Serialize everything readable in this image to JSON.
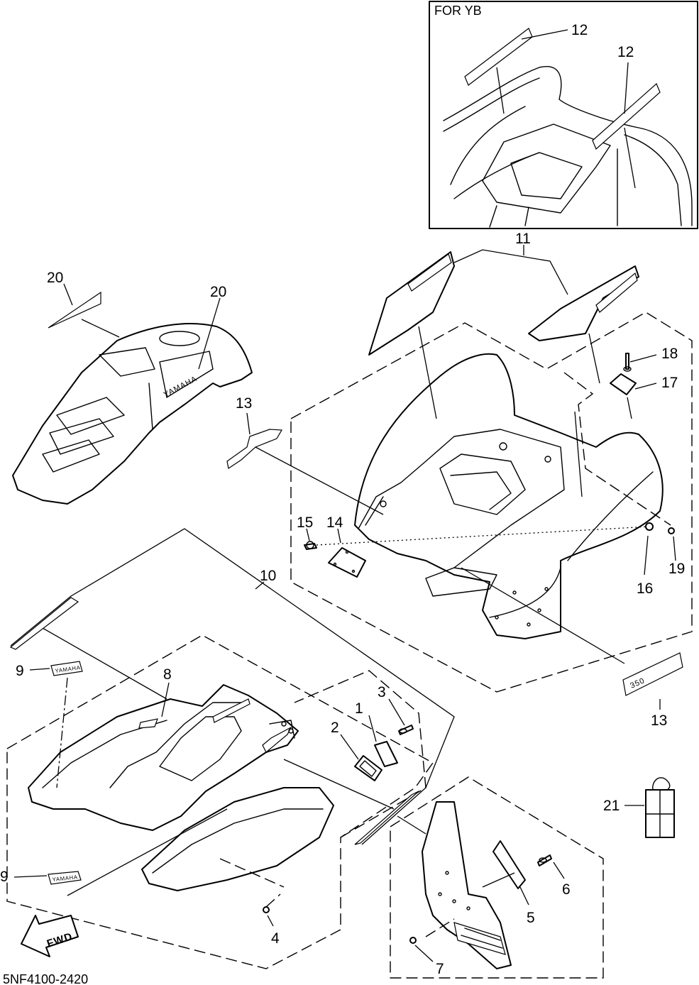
{
  "inset": {
    "caption": "FOR YB"
  },
  "drawing_code": "5NF4100-2420",
  "fwd_arrow_text": "FWD",
  "decal_text_yamaha": "YAMAHA",
  "badge_text": "350",
  "callouts": {
    "c1": "1",
    "c2": "2",
    "c3": "3",
    "c4": "4",
    "c5": "5",
    "c6": "6",
    "c7": "7",
    "c8": "8",
    "c9a": "9",
    "c9b": "9",
    "c10": "10",
    "c11": "11",
    "c12a": "12",
    "c12b": "12",
    "c13a": "13",
    "c13b": "13",
    "c14": "14",
    "c15": "15",
    "c16": "16",
    "c17": "17",
    "c18": "18",
    "c19": "19",
    "c20a": "20",
    "c20b": "20",
    "c21": "21"
  }
}
